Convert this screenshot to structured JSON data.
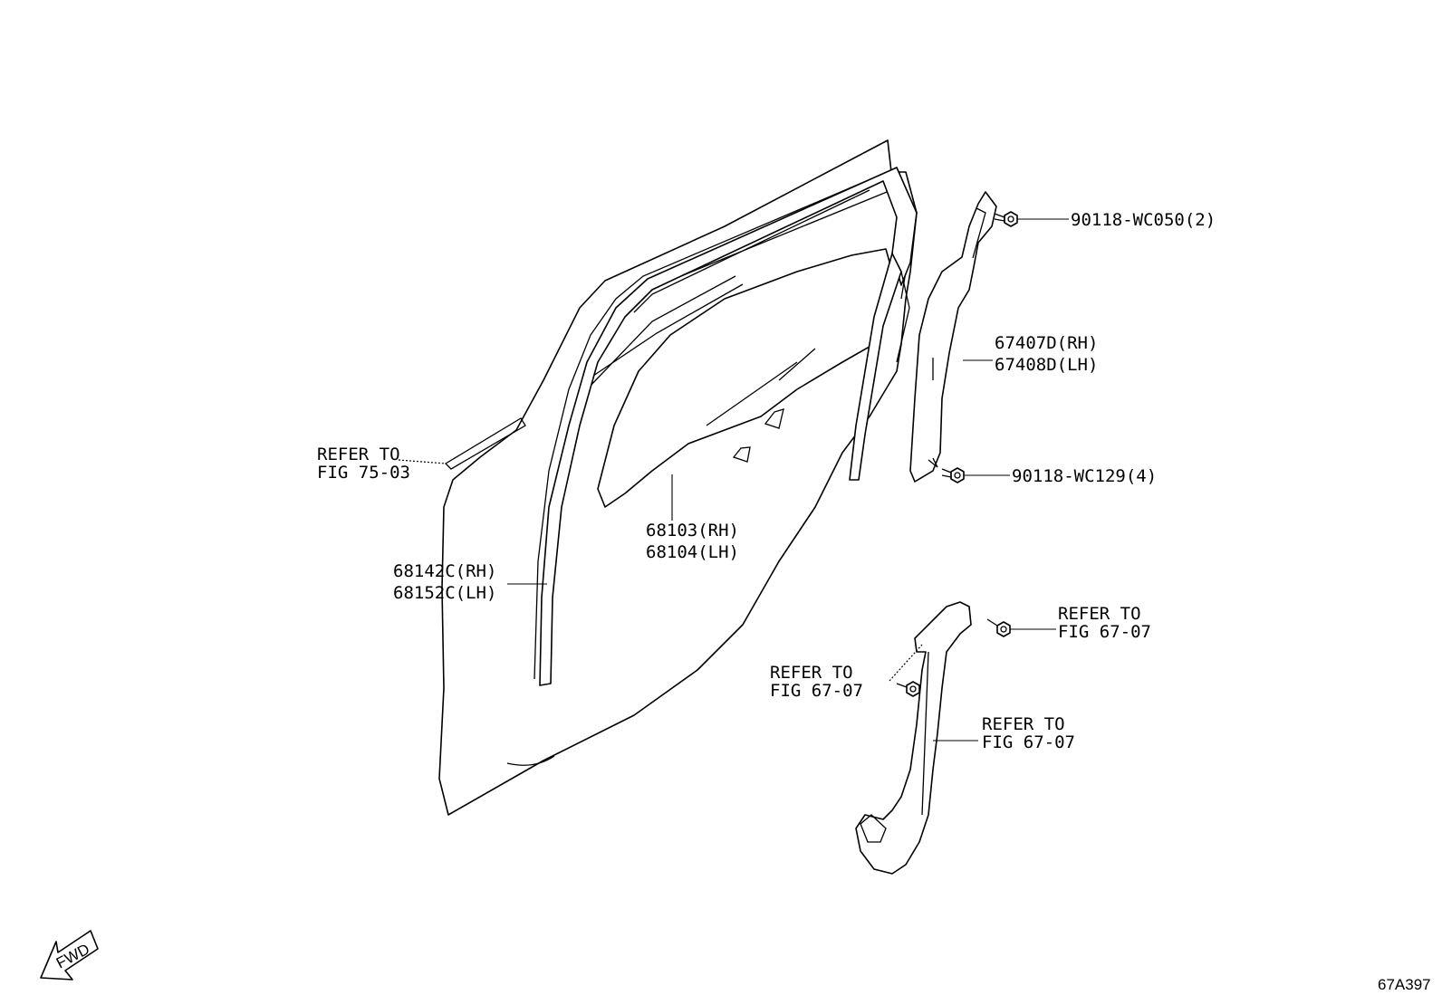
{
  "callouts": {
    "bolt_top": "90118-WC050(2)",
    "frame_rh": "67407D(RH)",
    "frame_lh": "67408D(LH)",
    "bolt_mid": "90118-WC129(4)",
    "glass_rh": "68103(RH)",
    "glass_lh": "68104(LH)",
    "run_rh": "68142C(RH)",
    "run_lh": "68152C(LH)",
    "refer_75_l1": "REFER TO",
    "refer_75_l2": "FIG 75-03",
    "refer_regulator_bolt_l1": "REFER TO",
    "refer_regulator_bolt_l2": "FIG 67-07",
    "refer_left_bolt_l1": "REFER TO",
    "refer_left_bolt_l2": "FIG 67-07",
    "refer_regulator_l1": "REFER TO",
    "refer_regulator_l2": "FIG 67-07"
  },
  "fwd_label": "FWD",
  "figure_id": "67A397"
}
